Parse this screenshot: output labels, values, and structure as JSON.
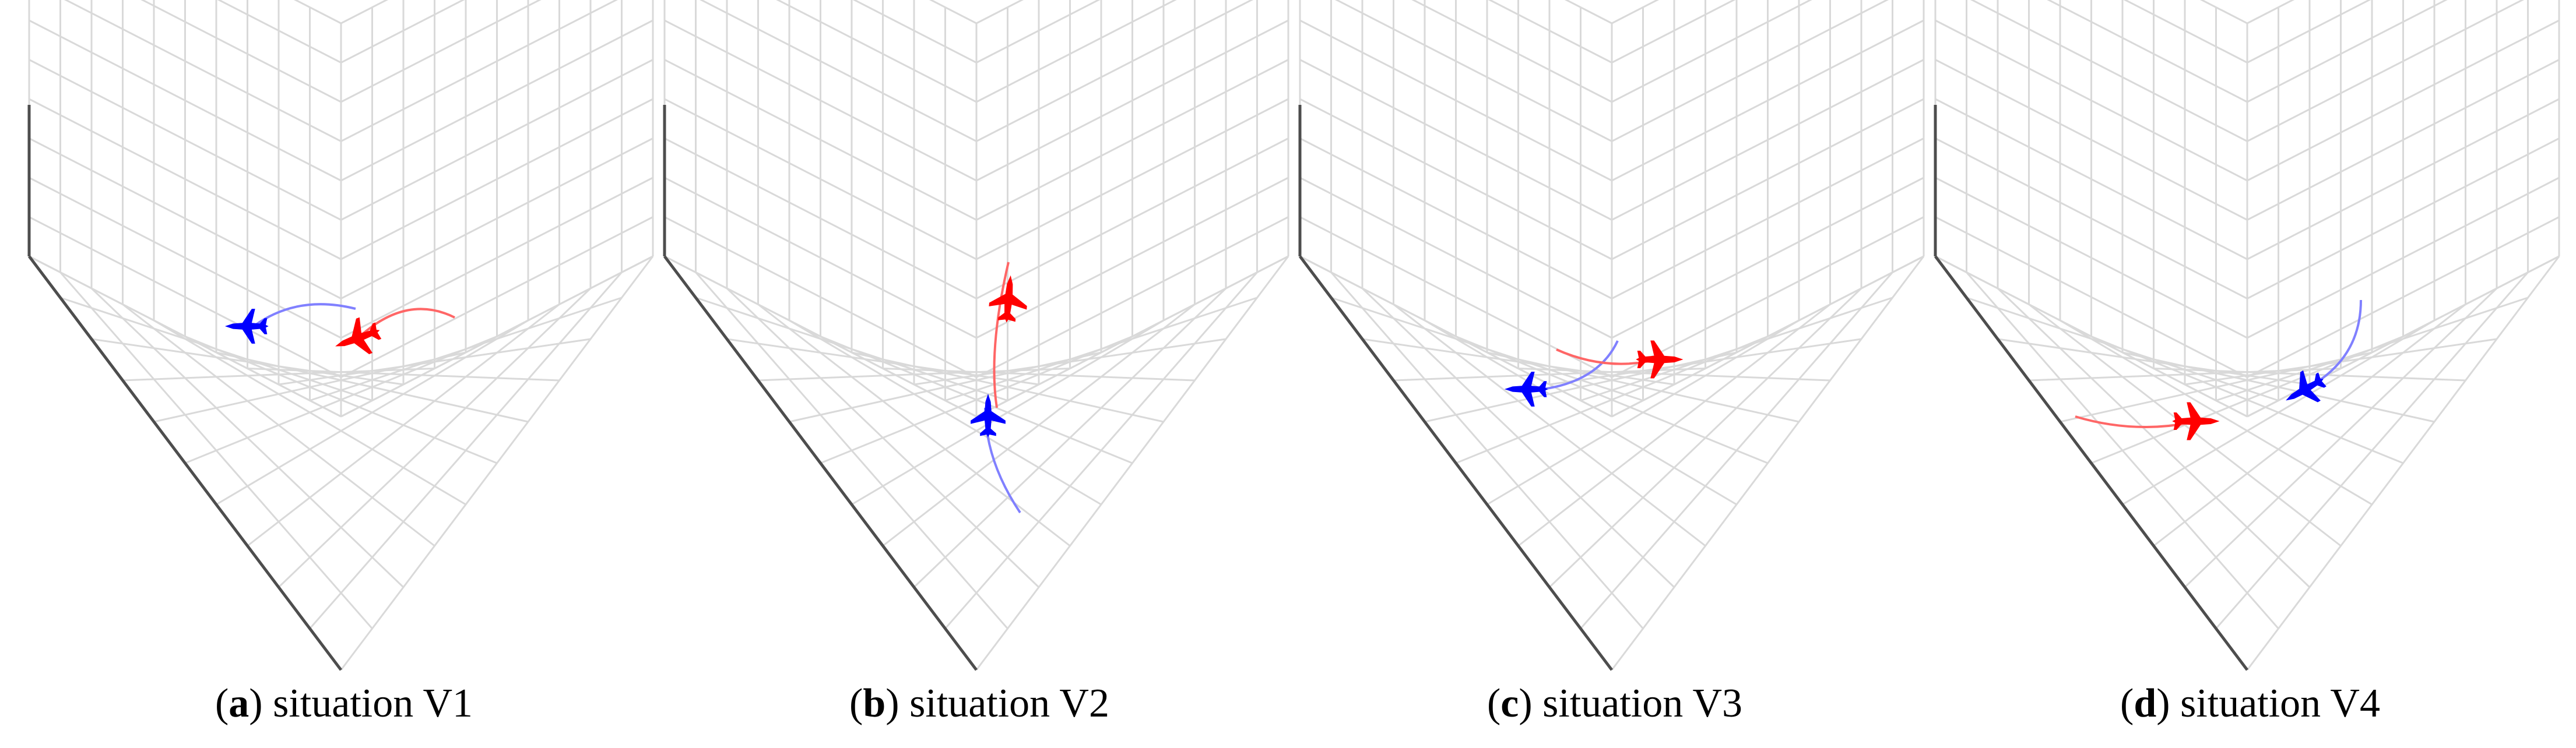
{
  "panels": [
    {
      "id": "a",
      "caption": {
        "letter": "a",
        "text": " situation V1"
      },
      "blue_jet": {
        "color": "#0000ff"
      },
      "red_jet": {
        "color": "#ff0000"
      }
    },
    {
      "id": "b",
      "caption": {
        "letter": "b",
        "text": " situation V2"
      },
      "blue_jet": {
        "color": "#0000ff"
      },
      "red_jet": {
        "color": "#ff0000"
      }
    },
    {
      "id": "c",
      "caption": {
        "letter": "c",
        "text": " situation V3"
      },
      "blue_jet": {
        "color": "#0000ff"
      },
      "red_jet": {
        "color": "#ff0000"
      }
    },
    {
      "id": "d",
      "caption": {
        "letter": "d",
        "text": " situation V4"
      },
      "blue_jet": {
        "color": "#0000ff"
      },
      "red_jet": {
        "color": "#ff0000"
      }
    }
  ],
  "colors": {
    "grid": "#d9d9d9",
    "axis": "#4d4d4d",
    "trail_blue": "#8080ff",
    "trail_red": "#ff6666"
  }
}
